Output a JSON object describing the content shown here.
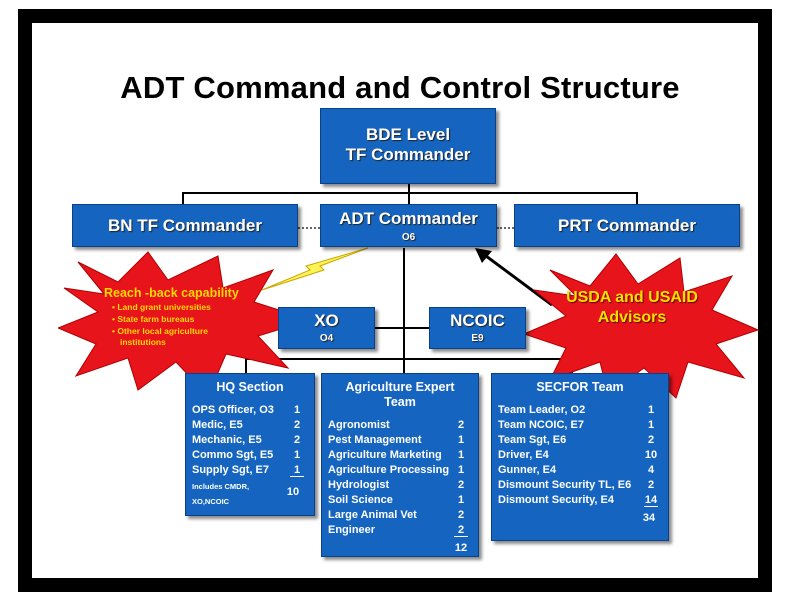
{
  "title": "ADT Command and Control Structure",
  "bde": {
    "line1": "BDE Level",
    "line2": "TF Commander"
  },
  "bn": {
    "label": "BN TF Commander"
  },
  "adt": {
    "label": "ADT Commander",
    "grade": "O6"
  },
  "prt": {
    "label": "PRT Commander"
  },
  "xo": {
    "label": "XO",
    "grade": "O4"
  },
  "ncoic": {
    "label": "NCOIC",
    "grade": "E9"
  },
  "reach": {
    "title": "Reach -back capability",
    "bullets": [
      "Land grant universities",
      "State farm bureaus",
      "Other local agriculture",
      "institutions"
    ]
  },
  "usda": {
    "line1": "USDA and USAID",
    "line2": "Advisors"
  },
  "hq": {
    "title": "HQ Section",
    "rows": [
      {
        "name": "OPS Officer, O3",
        "value": "1"
      },
      {
        "name": "Medic, E5",
        "value": "2"
      },
      {
        "name": "Mechanic, E5",
        "value": "2"
      },
      {
        "name": "Commo Sgt, E5",
        "value": "1"
      },
      {
        "name": "Supply Sgt, E7",
        "value": "1"
      }
    ],
    "note1": "Includes CMDR,",
    "note2": "XO,NCOIC",
    "total": "10"
  },
  "ag": {
    "title1": "Agriculture Expert",
    "title2": "Team",
    "rows": [
      {
        "name": "Agronomist",
        "value": "2"
      },
      {
        "name": "Pest Management",
        "value": "1"
      },
      {
        "name": "Agriculture Marketing",
        "value": "1"
      },
      {
        "name": "Agriculture Processing",
        "value": "1"
      },
      {
        "name": "Hydrologist",
        "value": "2"
      },
      {
        "name": "Soil Science",
        "value": "1"
      },
      {
        "name": "Large Animal Vet",
        "value": "2"
      },
      {
        "name": "Engineer",
        "value": "2"
      }
    ],
    "total": "12"
  },
  "secfor": {
    "title": "SECFOR Team",
    "rows": [
      {
        "name": "Team Leader, O2",
        "value": "1"
      },
      {
        "name": "Team NCOIC, E7",
        "value": "1"
      },
      {
        "name": "Team Sgt, E6",
        "value": "2"
      },
      {
        "name": "Driver, E4",
        "value": "10"
      },
      {
        "name": "Gunner, E4",
        "value": "4"
      },
      {
        "name": "Dismount Security TL, E6",
        "value": "2"
      },
      {
        "name": "Dismount Security, E4",
        "value": "14"
      }
    ],
    "total": "34"
  },
  "colors": {
    "box": "#1565c0",
    "burst": "#e8141c",
    "text_yellow": "#ffd800"
  }
}
